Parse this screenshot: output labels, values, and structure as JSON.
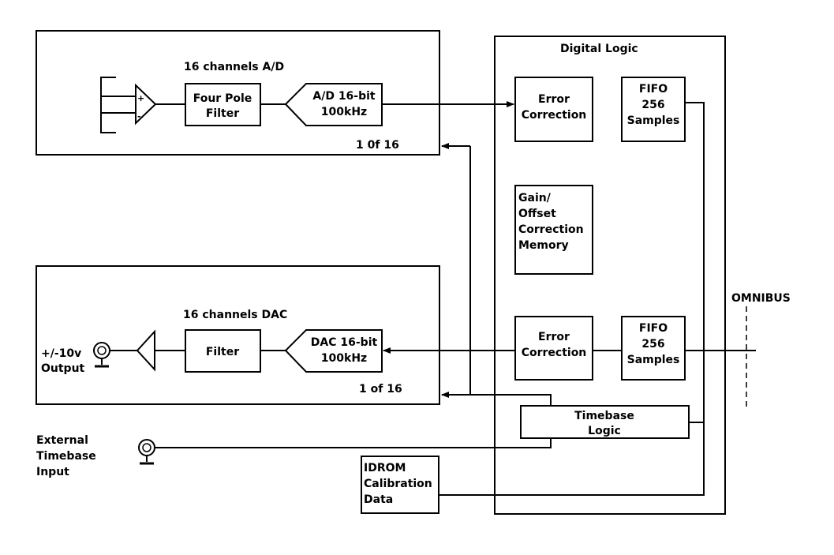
{
  "ad_section": {
    "title": "16 channels A/D",
    "filter_line1": "Four Pole",
    "filter_line2": "Filter",
    "converter_line1": "A/D 16-bit",
    "converter_line2": "100kHz",
    "count": "1 0f 16"
  },
  "dac_section": {
    "title": "16 channels DAC",
    "output_line1": "+/-10v",
    "output_line2": "Output",
    "filter": "Filter",
    "converter_line1": "DAC 16-bit",
    "converter_line2": "100kHz",
    "count": "1 of 16"
  },
  "digital_logic": {
    "title": "Digital Logic",
    "error_correction_top": [
      "Error",
      "Correction"
    ],
    "fifo_top": [
      "FIFO",
      "256",
      "Samples"
    ],
    "gain_offset": [
      "Gain/",
      "Offset",
      "Correction",
      "Memory"
    ],
    "error_correction_bottom": [
      "Error",
      "Correction"
    ],
    "fifo_bottom": [
      "FIFO",
      "256",
      "Samples"
    ],
    "timebase": [
      "Timebase",
      "Logic"
    ]
  },
  "idrom": [
    "IDROM",
    "Calibration",
    "Data"
  ],
  "external_timebase": [
    "External",
    "Timebase",
    "Input"
  ],
  "bus_label": "OMNIBUS"
}
